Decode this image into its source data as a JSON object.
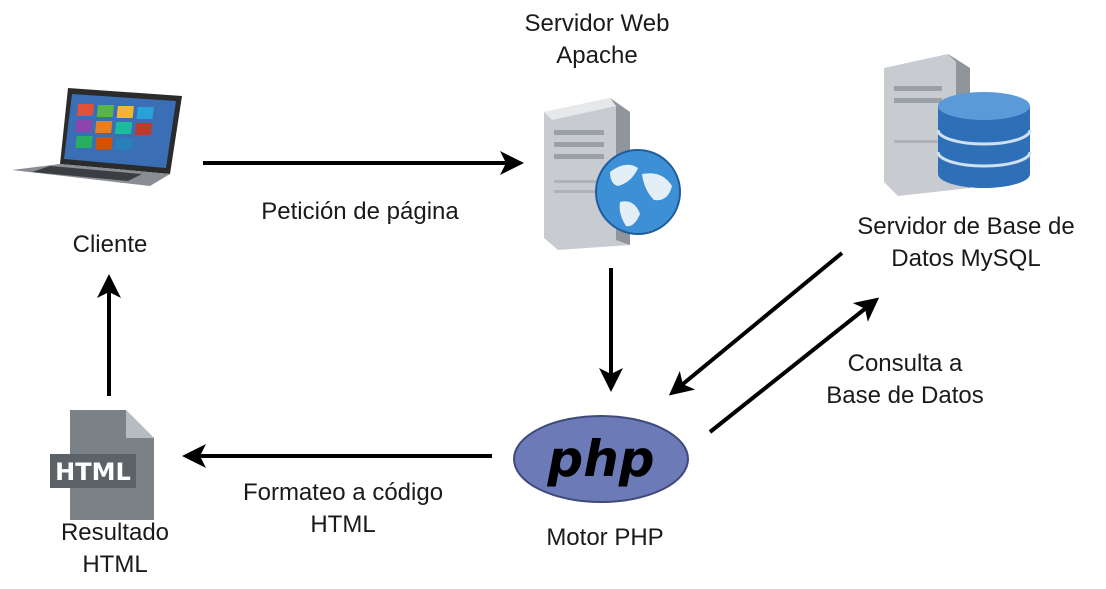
{
  "nodes": {
    "cliente": {
      "label": "Cliente"
    },
    "servidor_web": {
      "label_lines": [
        "Servidor Web",
        "Apache"
      ]
    },
    "servidor_bd": {
      "label_lines": [
        "Servidor de Base de",
        "Datos MySQL"
      ]
    },
    "motor_php": {
      "label": "Motor PHP",
      "logo_text": "php"
    },
    "resultado": {
      "label_lines": [
        "Resultado",
        "HTML"
      ],
      "file_badge": "HTML"
    }
  },
  "edges": {
    "peticion": {
      "label": "Petición  de página"
    },
    "consulta": {
      "label_lines": [
        "Consulta a",
        "Base de Datos"
      ]
    },
    "formateo": {
      "label_lines": [
        "Formateo a código",
        "HTML"
      ]
    }
  },
  "icons": {
    "laptop": "laptop-icon",
    "web_server": "web-server-globe-icon",
    "db_server": "database-server-icon",
    "php": "php-logo-icon",
    "html_file": "html-file-icon"
  },
  "colors": {
    "arrow": "#000000",
    "php_logo": "#6c7bb8",
    "html_file": "#7a8288",
    "database": "#2f6fb8",
    "globe": "#3d8fd6"
  }
}
